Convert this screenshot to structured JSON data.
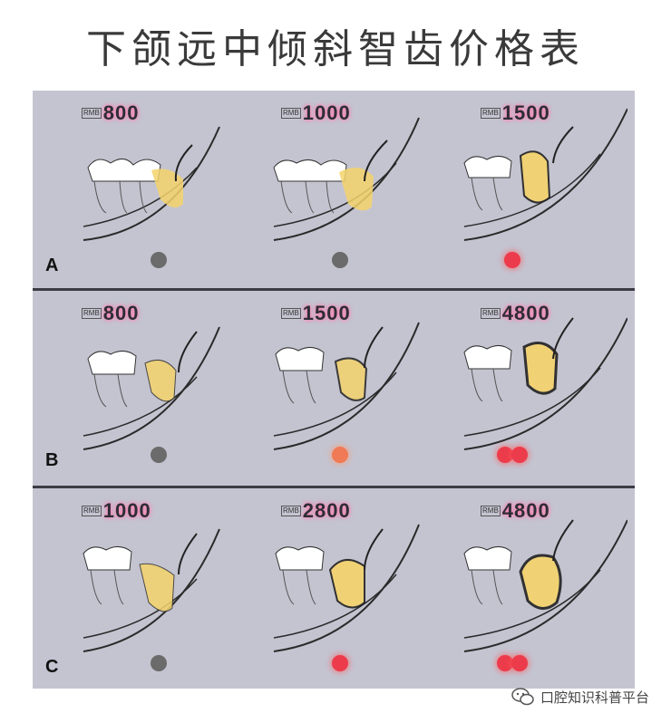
{
  "title": "下颌远中倾斜智齿价格表",
  "currency_tag": "RMB",
  "rows": [
    {
      "letter": "A",
      "prices": [
        "800",
        "1000",
        "1500"
      ],
      "indicators": [
        "gray",
        "gray",
        "red"
      ]
    },
    {
      "letter": "B",
      "prices": [
        "800",
        "1500",
        "4800"
      ],
      "indicators": [
        "gray",
        "orange",
        "double-red"
      ]
    },
    {
      "letter": "C",
      "prices": [
        "1000",
        "2800",
        "4800"
      ],
      "indicators": [
        "gray",
        "red",
        "double-red"
      ]
    }
  ],
  "colors": {
    "gray": "#6b6b6b",
    "orange": "#f07a55",
    "red": "#ec3b4b",
    "glow": "#ff6fa8"
  },
  "footer": {
    "icon": "wechat-icon",
    "text": "口腔知识科普平台"
  }
}
